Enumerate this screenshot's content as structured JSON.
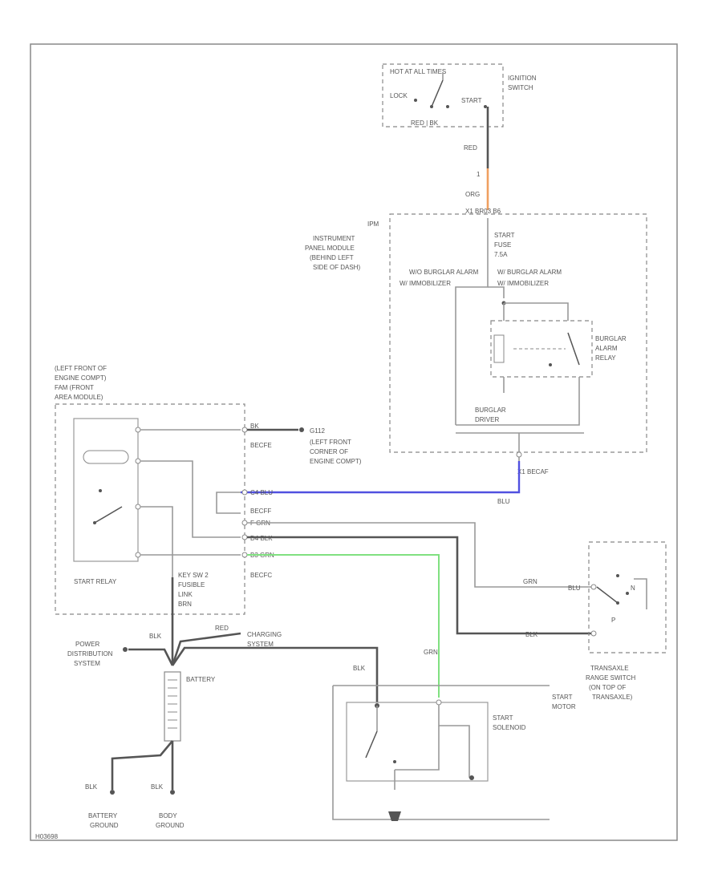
{
  "colors": {
    "orange": "#f0a060",
    "blue": "#5050e0",
    "green": "#80e080",
    "dark": "#555555",
    "gray": "#999999"
  },
  "labels": {
    "hot_at_all_times": "HOT AT ALL TIMES",
    "lock": "LOCK",
    "start": "START",
    "ign_switch_lbl": "RED  |  BK",
    "ignition_switch": [
      "IGNITION",
      "SWITCH"
    ],
    "red": "RED",
    "wire1": "1",
    "org": "ORG",
    "ipm_top_conn": "X1  BR03  B6",
    "ipm_title": [
      "IPM",
      "INSTRUMENT",
      "PANEL MODULE",
      "(BEHIND LEFT",
      "SIDE OF DASH)"
    ],
    "start_fuse": [
      "START",
      "FUSE",
      "7.5A"
    ],
    "wo_alarm": [
      "W/O BURGLAR ALARM",
      "W/ IMMOBILIZER"
    ],
    "w_alarm": [
      "W/ BURGLAR ALARM",
      "W/ IMMOBILIZER"
    ],
    "burglar_alarm_relay": [
      "BURGLAR",
      "ALARM",
      "RELAY"
    ],
    "burglar_driver": [
      "BURGLAR",
      "DRIVER"
    ],
    "ipm_bot_conn": "X1  BECAF",
    "blu": "BLU",
    "fam_title": [
      "(LEFT FRONT OF",
      "ENGINE COMPT)",
      "FAM (FRONT",
      "AREA MODULE)"
    ],
    "conn_bk": "BK",
    "bec_f_e": "BECFE",
    "g112": [
      "G112",
      "(LEFT FRONT",
      "CORNER OF",
      "ENGINE COMPT)"
    ],
    "pin_blu": "C4  BLU",
    "bec_f_f": "BECFF",
    "pin_grn": "F   GRN",
    "pin_blk": "D4  BLK",
    "pin_grn2": "B3  GRN",
    "bec_f_c": "BECFC",
    "start_relay": "START RELAY",
    "key_sw_fusible": [
      "KEY SW 2",
      "FUSIBLE",
      "LINK",
      "BRN"
    ],
    "power_dist": [
      "POWER",
      "DISTRIBUTION",
      "SYSTEM"
    ],
    "blk": "BLK",
    "red2": "RED",
    "charging": [
      "CHARGING",
      "SYSTEM"
    ],
    "battery": "BATTERY",
    "grn": "GRN",
    "grn2": "GRN",
    "range_pin1": "BLU",
    "range_pin2": "BLK",
    "range_p": "P",
    "range_n": "N",
    "transaxle": [
      "TRANSAXLE",
      "RANGE SWITCH",
      "(ON TOP OF",
      "TRANSAXLE)"
    ],
    "start_motor": [
      "START",
      "MOTOR"
    ],
    "start_solenoid": [
      "START",
      "SOLENOID"
    ],
    "blk_bat": "BLK",
    "blk_body": "BLK",
    "battery_ground": [
      "BATTERY",
      "GROUND"
    ],
    "body_ground": [
      "BODY",
      "GROUND"
    ],
    "ref": "H03698"
  }
}
